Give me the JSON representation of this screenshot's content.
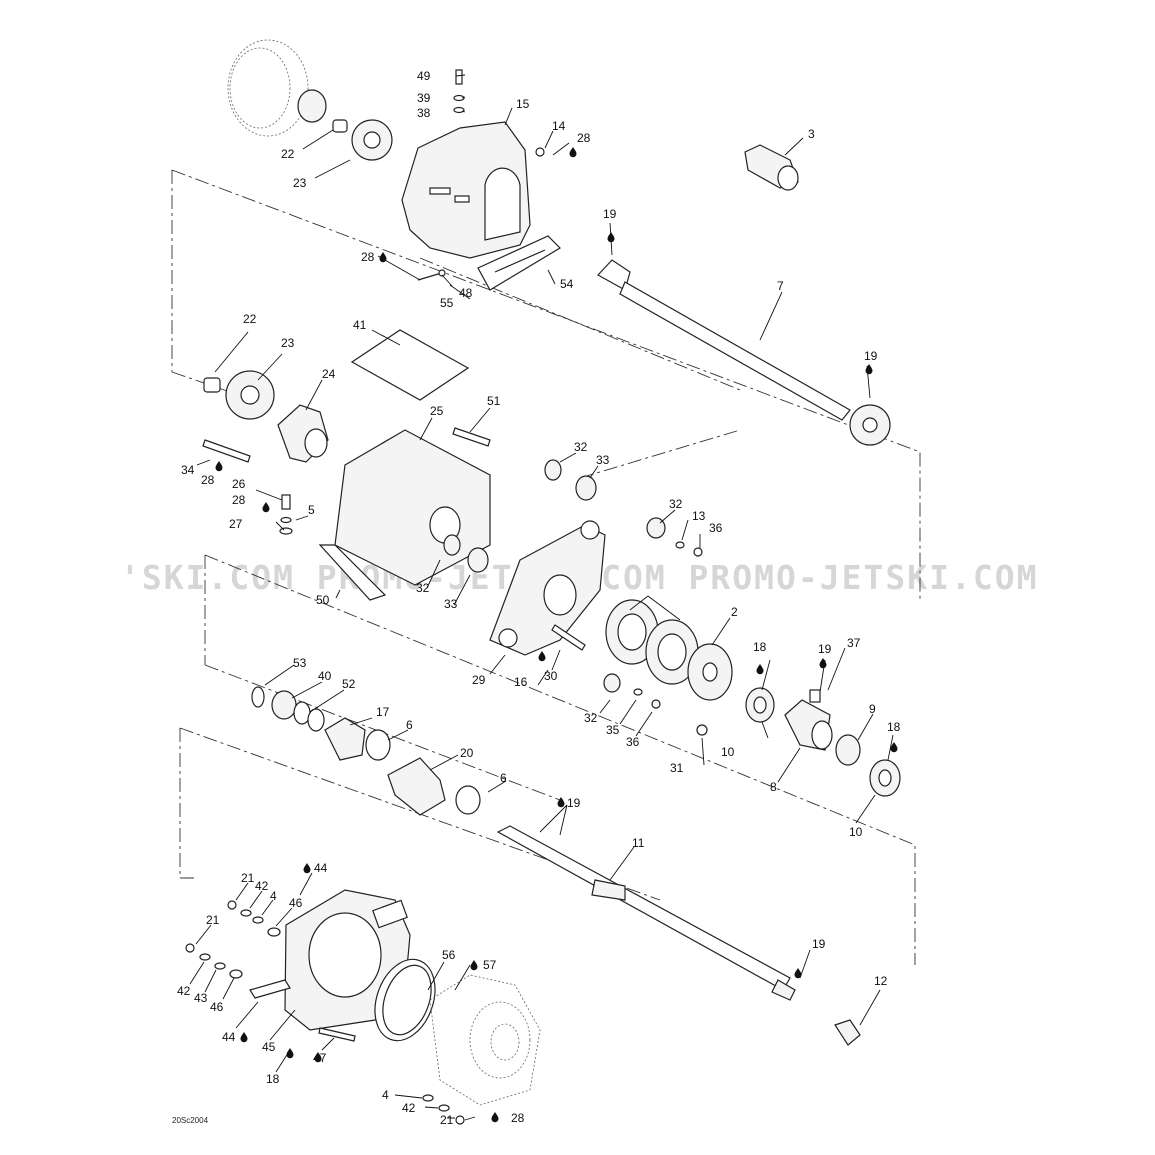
{
  "diagram": {
    "drawing_code": "20Sc2004",
    "watermark": "'SKI.COM  PROMO-JETSKI.COM  PROMO-JETSKI.COM",
    "callouts": [
      {
        "n": "49"
      },
      {
        "n": "39"
      },
      {
        "n": "38"
      },
      {
        "n": "15"
      },
      {
        "n": "14"
      },
      {
        "n": "28"
      },
      {
        "n": "22"
      },
      {
        "n": "23"
      },
      {
        "n": "3"
      },
      {
        "n": "19"
      },
      {
        "n": "28"
      },
      {
        "n": "48"
      },
      {
        "n": "55"
      },
      {
        "n": "54"
      },
      {
        "n": "7"
      },
      {
        "n": "22"
      },
      {
        "n": "41"
      },
      {
        "n": "23"
      },
      {
        "n": "24"
      },
      {
        "n": "19"
      },
      {
        "n": "25"
      },
      {
        "n": "51"
      },
      {
        "n": "34"
      },
      {
        "n": "28"
      },
      {
        "n": "32"
      },
      {
        "n": "33"
      },
      {
        "n": "26"
      },
      {
        "n": "28"
      },
      {
        "n": "5"
      },
      {
        "n": "27"
      },
      {
        "n": "32"
      },
      {
        "n": "13"
      },
      {
        "n": "36"
      },
      {
        "n": "32"
      },
      {
        "n": "50"
      },
      {
        "n": "33"
      },
      {
        "n": "2"
      },
      {
        "n": "53"
      },
      {
        "n": "40"
      },
      {
        "n": "52"
      },
      {
        "n": "29"
      },
      {
        "n": "16"
      },
      {
        "n": "30"
      },
      {
        "n": "18"
      },
      {
        "n": "19"
      },
      {
        "n": "37"
      },
      {
        "n": "17"
      },
      {
        "n": "6"
      },
      {
        "n": "32"
      },
      {
        "n": "35"
      },
      {
        "n": "36"
      },
      {
        "n": "10"
      },
      {
        "n": "9"
      },
      {
        "n": "18"
      },
      {
        "n": "20"
      },
      {
        "n": "31"
      },
      {
        "n": "8"
      },
      {
        "n": "6"
      },
      {
        "n": "19"
      },
      {
        "n": "10"
      },
      {
        "n": "11"
      },
      {
        "n": "44"
      },
      {
        "n": "21"
      },
      {
        "n": "42"
      },
      {
        "n": "4"
      },
      {
        "n": "46"
      },
      {
        "n": "21"
      },
      {
        "n": "56"
      },
      {
        "n": "57"
      },
      {
        "n": "19"
      },
      {
        "n": "42"
      },
      {
        "n": "43"
      },
      {
        "n": "46"
      },
      {
        "n": "12"
      },
      {
        "n": "44"
      },
      {
        "n": "45"
      },
      {
        "n": "47"
      },
      {
        "n": "18"
      },
      {
        "n": "4"
      },
      {
        "n": "42"
      },
      {
        "n": "21"
      },
      {
        "n": "28"
      }
    ]
  }
}
